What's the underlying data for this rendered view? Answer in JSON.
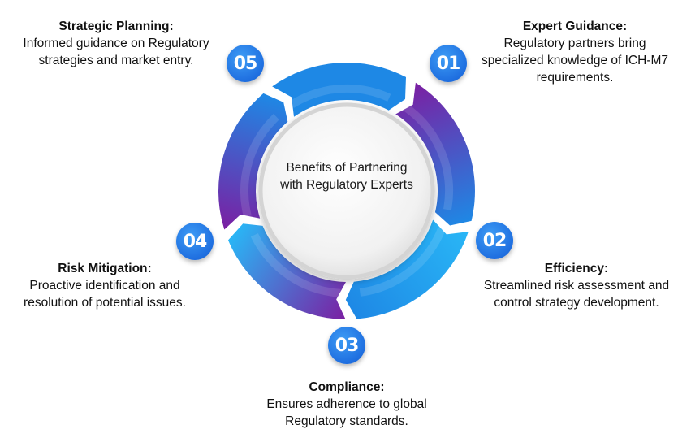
{
  "center": {
    "title": "Benefits of Partnering with Regulatory Experts"
  },
  "benefits": [
    {
      "number": "01",
      "title": "Expert Guidance:",
      "description": "Regulatory partners bring specialized knowledge of ICH-M7 requirements."
    },
    {
      "number": "02",
      "title": "Efficiency:",
      "description": "Streamlined risk assessment and control strategy development."
    },
    {
      "number": "03",
      "title": "Compliance:",
      "description": "Ensures adherence to global Regulatory standards."
    },
    {
      "number": "04",
      "title": "Risk Mitigation:",
      "description": "Proactive identification and resolution of potential issues."
    },
    {
      "number": "05",
      "title": "Strategic Planning:",
      "description": "Informed guidance on Regulatory strategies and market entry."
    }
  ],
  "colors": {
    "purple": "#7b1fa2",
    "blue": "#1e88e5",
    "cyan": "#29b6f6",
    "badge": "#1f6fe0"
  }
}
